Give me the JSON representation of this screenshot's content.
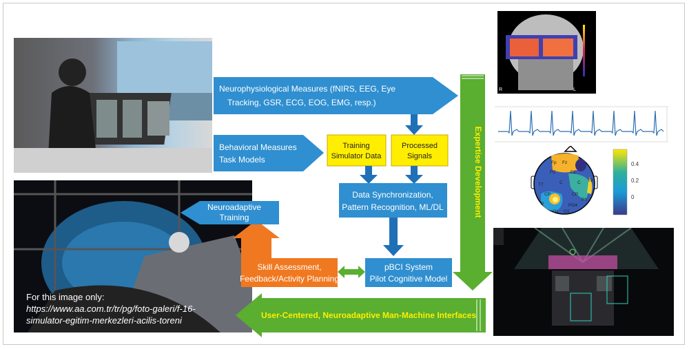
{
  "arrows": {
    "neurophysiological": [
      "Neurophysiological Measures (fNIRS, EEG, Eye",
      "Tracking, GSR, ECG, EOG, EMG, resp.)"
    ],
    "behavioral": [
      "Behavioral Measures",
      "Task Models"
    ],
    "neuroadaptive_training": [
      "Neuroadaptive",
      "Training"
    ],
    "expertise_development": "Expertise Development",
    "user_centered": "User-Centered, Neuroadaptive Man-Machine Interfaces"
  },
  "boxes": {
    "training_simulator_data": [
      "Training",
      "Simulator Data"
    ],
    "processed_signals": [
      "Processed",
      "Signals"
    ],
    "data_sync": [
      "Data Synchronization,",
      "Pattern Recognition, ML/DL"
    ],
    "pbci": [
      "pBCI System",
      "Pilot Cognitive Model"
    ],
    "skill_assessment": [
      "Skill Assessment,",
      "Feedback/Activity Planning"
    ]
  },
  "caption": {
    "line1": "For this image only:",
    "line2": "https://www.aa.com.tr/tr/pg/foto-galeri/f-16-",
    "line3": "simulator-egitim-merkezleri-acilis-toreni"
  },
  "brain_image": {
    "left_label": "R",
    "right_label": "L"
  },
  "topoplot": {
    "colorbar_ticks": [
      "0.4",
      "0.2",
      "0"
    ],
    "electrodes": [
      "Fp",
      "Fz",
      "FC",
      "FC",
      "C",
      "C",
      "T7",
      "CP",
      "CP",
      "P",
      "PO4",
      "O1",
      "O2",
      "P8",
      "T8"
    ]
  },
  "colors": {
    "blue": "#2f8fd0",
    "blue_dark": "#1f6fb0",
    "yellow": "#ffee00",
    "green": "#5aae30",
    "orange": "#f07820",
    "text_green": "#ffee00"
  }
}
